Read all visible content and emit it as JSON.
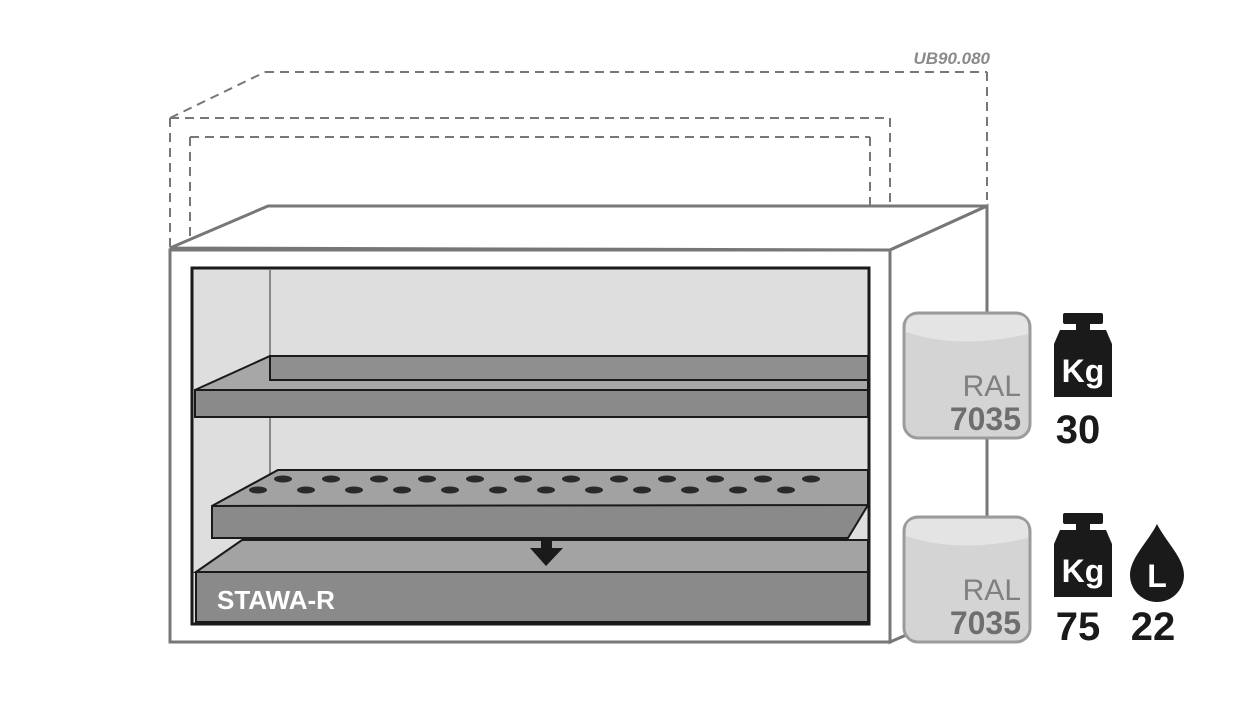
{
  "model_code": "UB90.080",
  "tray_label": "STAWA-R",
  "colors": {
    "cabinet_line": "#7a7a7a",
    "interior": "#dedede",
    "shelf": "#8d8d8d",
    "icon": "#1a1a1a"
  },
  "ral_badges": [
    {
      "label": "RAL",
      "code": "7035"
    },
    {
      "label": "RAL",
      "code": "7035"
    }
  ],
  "shelf_load": {
    "icon": "weight-icon",
    "unit": "Kg",
    "value": "30"
  },
  "bottom_load": {
    "icon": "weight-icon",
    "unit": "Kg",
    "value": "75"
  },
  "bottom_volume": {
    "icon": "drop-icon",
    "unit": "L",
    "value": "22"
  }
}
